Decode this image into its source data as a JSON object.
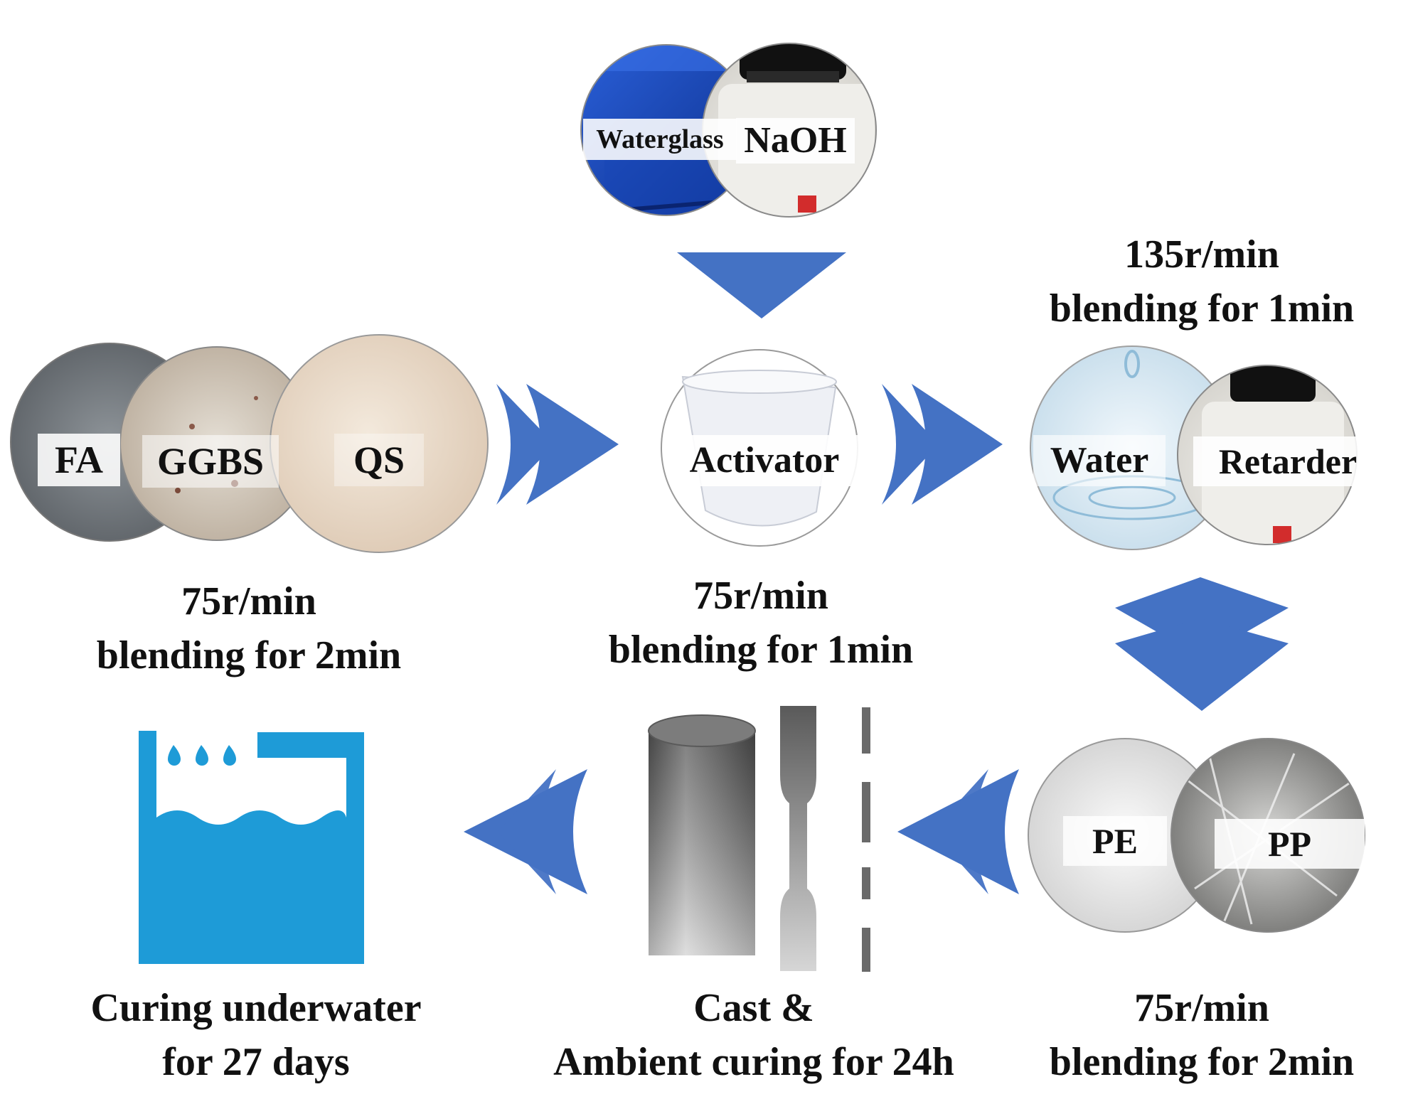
{
  "materials": {
    "waterglass": "Waterglass",
    "naoh": "NaOH",
    "fa": "FA",
    "ggbs": "GGBS",
    "qs": "QS",
    "activator": "Activator",
    "water": "Water",
    "retarder": "Retarder",
    "pe": "PE",
    "pp": "PP"
  },
  "steps": {
    "step1": [
      "75r/min",
      "blending for 2min"
    ],
    "step2": [
      "75r/min",
      "blending for 1min"
    ],
    "step3": [
      "135r/min",
      "blending for 1min"
    ],
    "step4": [
      "75r/min",
      "blending for 2min"
    ],
    "step5": [
      "Cast &",
      "Ambient curing for 24h"
    ],
    "step6": [
      "Curing underwater",
      "for 27 days"
    ]
  },
  "colors": {
    "arrow": "#4472C4",
    "water_tank": "#1E9BD7"
  },
  "icons": [
    "water-tank-icon",
    "cylinder-specimen-icon",
    "dogbone-specimen-icon"
  ]
}
